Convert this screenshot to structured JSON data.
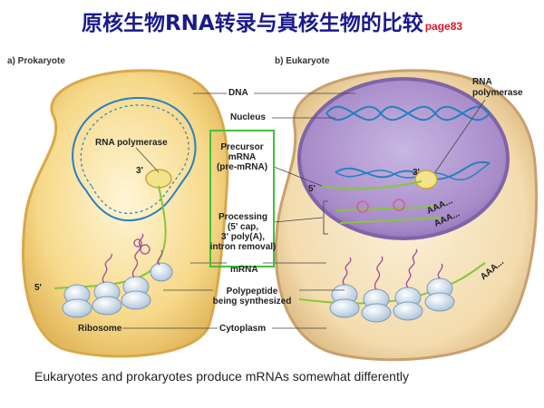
{
  "title": "原核生物RNA转录与真核生物的比较",
  "page_ref": "page83",
  "panels": {
    "prokaryote": "a) Prokaryote",
    "eukaryote": "b) Eukaryote"
  },
  "labels": {
    "dna": "DNA",
    "nucleus": "Nucleus",
    "rna_polymerase_left": "RNA polymerase",
    "rna_polymerase_right_1": "RNA",
    "rna_polymerase_right_2": "polymerase",
    "precursor_1": "Precursor",
    "precursor_2": "mRNA",
    "precursor_3": "(pre-mRNA)",
    "processing_1": "Processing",
    "processing_2": "(5' cap,",
    "processing_3": "3' poly(A),",
    "processing_4": "intron removal)",
    "mrna": "mRNA",
    "polypeptide_1": "Polypeptide",
    "polypeptide_2": "being synthesized",
    "ribosome": "Ribosome",
    "cytoplasm": "Cytoplasm",
    "three_prime_left": "3'",
    "five_prime_left": "5'",
    "three_prime_right": "3'",
    "five_prime_right": "5'",
    "aaa_1": "AAA...",
    "aaa_2": "AAA...",
    "aaa_3": "AAA..."
  },
  "caption": "Eukaryotes and prokaryotes produce mRNAs somewhat differently",
  "colors": {
    "title": "#1a1a8c",
    "page_ref": "#e0142a",
    "cell_fill": "#f6d98a",
    "nucleus_fill": "#a78bc9",
    "dna": "#2a7fc0",
    "mrna": "#8ac43a",
    "highlight_box": "#3fc23a"
  }
}
